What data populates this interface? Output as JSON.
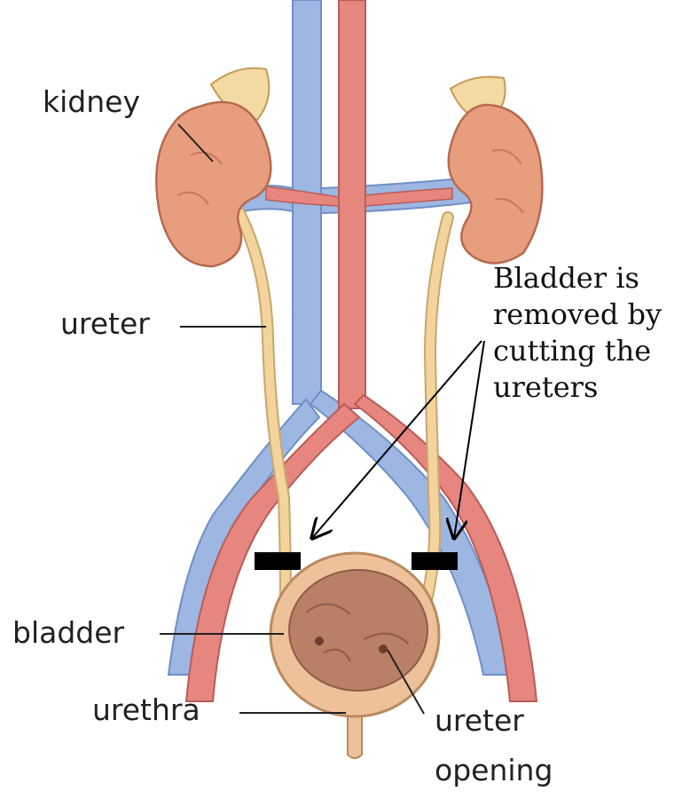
{
  "labels": {
    "kidney": "kidney",
    "ureter": "ureter",
    "bladder": "bladder",
    "urethra": "urethra",
    "ureter_opening_line1": "ureter",
    "ureter_opening_line2": "opening"
  },
  "annotation": {
    "line1": "Bladder is",
    "line2": "removed by",
    "line3": "cutting the",
    "line4": "ureters"
  },
  "colors": {
    "vein": "#9db6e2",
    "artery": "#e6867f",
    "kidney": "#e89e7e",
    "ureter": "#f2d49c",
    "bladder_wall": "#edc29b",
    "bladder_inner": "#b98067",
    "cut_marker": "#000000",
    "label_text": "#222222"
  }
}
